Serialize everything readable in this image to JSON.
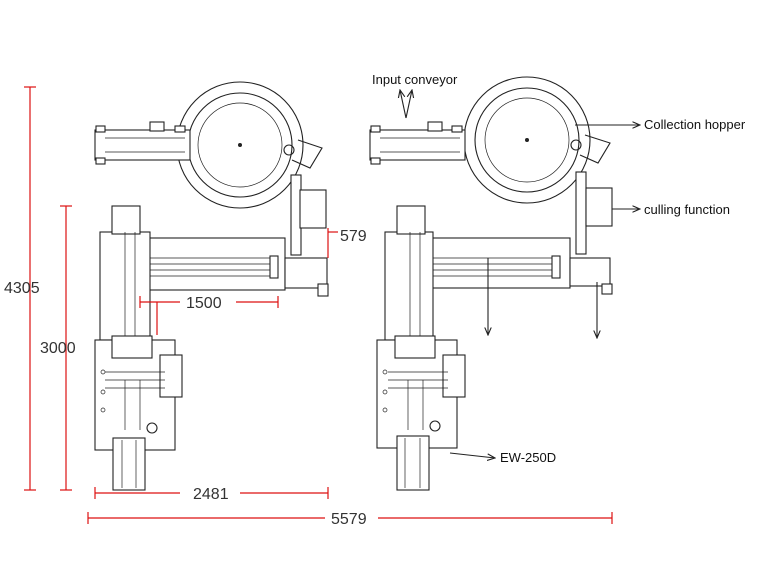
{
  "dimensions": {
    "total_height": "4305",
    "machine_height": "3000",
    "conveyor_length": "1500",
    "offset": "579",
    "machine_width": "2481",
    "total_width": "5579"
  },
  "labels": {
    "input_conveyor": "Input conveyor",
    "collection_hopper": "Collection hopper",
    "culling_function": "culling function",
    "model": "EW-250D"
  },
  "colors": {
    "dimension_line": "#d11111",
    "drawing_ink": "#222222"
  }
}
